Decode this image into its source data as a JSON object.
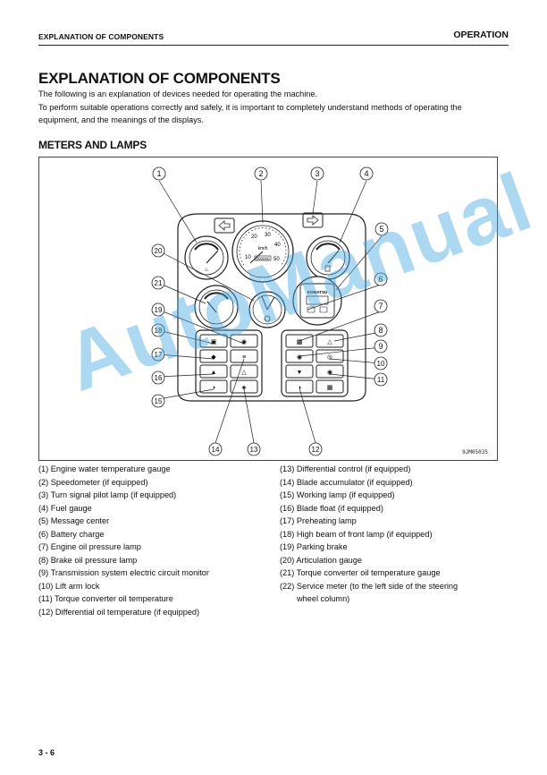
{
  "header": {
    "left": "EXPLANATION OF COMPONENTS",
    "right": "OPERATION"
  },
  "title": "EXPLANATION OF COMPONENTS",
  "intro": [
    "The following is an explanation of devices needed for operating the machine.",
    "To perform suitable operations correctly and safely, it is important to completely understand methods of operating the equipment, and the meanings of the displays."
  ],
  "section_title": "METERS AND LAMPS",
  "figure": {
    "code": "9JM05035",
    "callouts": [
      "1",
      "2",
      "3",
      "4",
      "5",
      "6",
      "7",
      "8",
      "9",
      "10",
      "11",
      "12",
      "13",
      "14",
      "15",
      "16",
      "17",
      "18",
      "19",
      "20",
      "21"
    ],
    "speedo_ticks": [
      "10",
      "20",
      "30",
      "40",
      "50"
    ],
    "speedo_unit": "km/h",
    "brand": "KOMATSU",
    "odometer": "000000"
  },
  "legend_left": [
    "(1) Engine water temperature gauge",
    "(2) Speedometer (if equipped)",
    "(3) Turn signal pilot lamp (if equipped)",
    "(4) Fuel gauge",
    "(5) Message center",
    "(6) Battery charge",
    "(7) Engine oil pressure lamp",
    "(8) Brake oil pressure lamp",
    "(9) Transmission system electric circuit monitor",
    "(10) Lift arm lock",
    "(11) Torque converter oil temperature",
    "(12) Differential oil temperature (if equipped)"
  ],
  "legend_right": [
    "(13) Differential control (if equipped)",
    "(14) Blade accumulator (if equipped)",
    "(15) Working lamp (if equipped)",
    "(16) Blade float (if equipped)",
    "(17) Preheating lamp",
    "(18) High beam of front lamp (if equipped)",
    "(19) Parking brake",
    "(20) Articulation gauge",
    "(21) Torque converter oil temperature gauge"
  ],
  "legend_22": {
    "line1": "(22) Service meter (to the left side of the steering",
    "line2": "wheel column)"
  },
  "page_number": "3 - 6",
  "watermark": "AutoManual"
}
